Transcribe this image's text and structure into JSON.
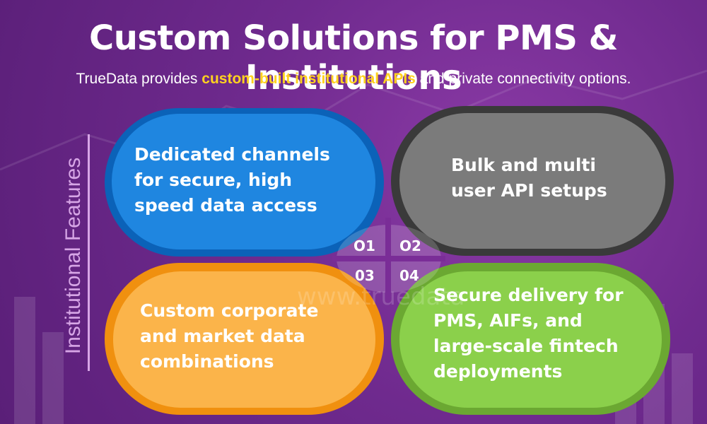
{
  "header": {
    "title": "Custom Solutions for PMS & Institutions",
    "subtitle_pre": "TrueData provides ",
    "subtitle_highlight": "custom-built institutional APIs",
    "subtitle_post": " and private connectivity options."
  },
  "side_label": "Institutional Features",
  "cards": [
    {
      "number": "O1",
      "text": "Dedicated channels for secure, high speed data access",
      "lines": [
        "Dedicated channels",
        "for secure, high",
        "speed data access"
      ],
      "color": "#1f86e0"
    },
    {
      "number": "O2",
      "text": "Bulk and multi user API setups",
      "lines": [
        "Bulk and multi",
        "user API setups"
      ],
      "color": "#7b7b7b"
    },
    {
      "number": "03",
      "text": "Custom corporate and market data combinations",
      "lines": [
        "Custom corporate",
        "and market data",
        "combinations"
      ],
      "color": "#fbb44a"
    },
    {
      "number": "04",
      "text": "Secure delivery for PMS, AIFs, and large-scale fintech deployments",
      "lines": [
        "Secure delivery for",
        "PMS, AIFs, and",
        "large-scale fintech",
        "deployments"
      ],
      "color": "#8bd04b"
    }
  ],
  "watermark": "www.truedata",
  "colors": {
    "background": "#6f2a8e",
    "highlight": "#ffd21f",
    "side_label": "#d7a6e6"
  }
}
